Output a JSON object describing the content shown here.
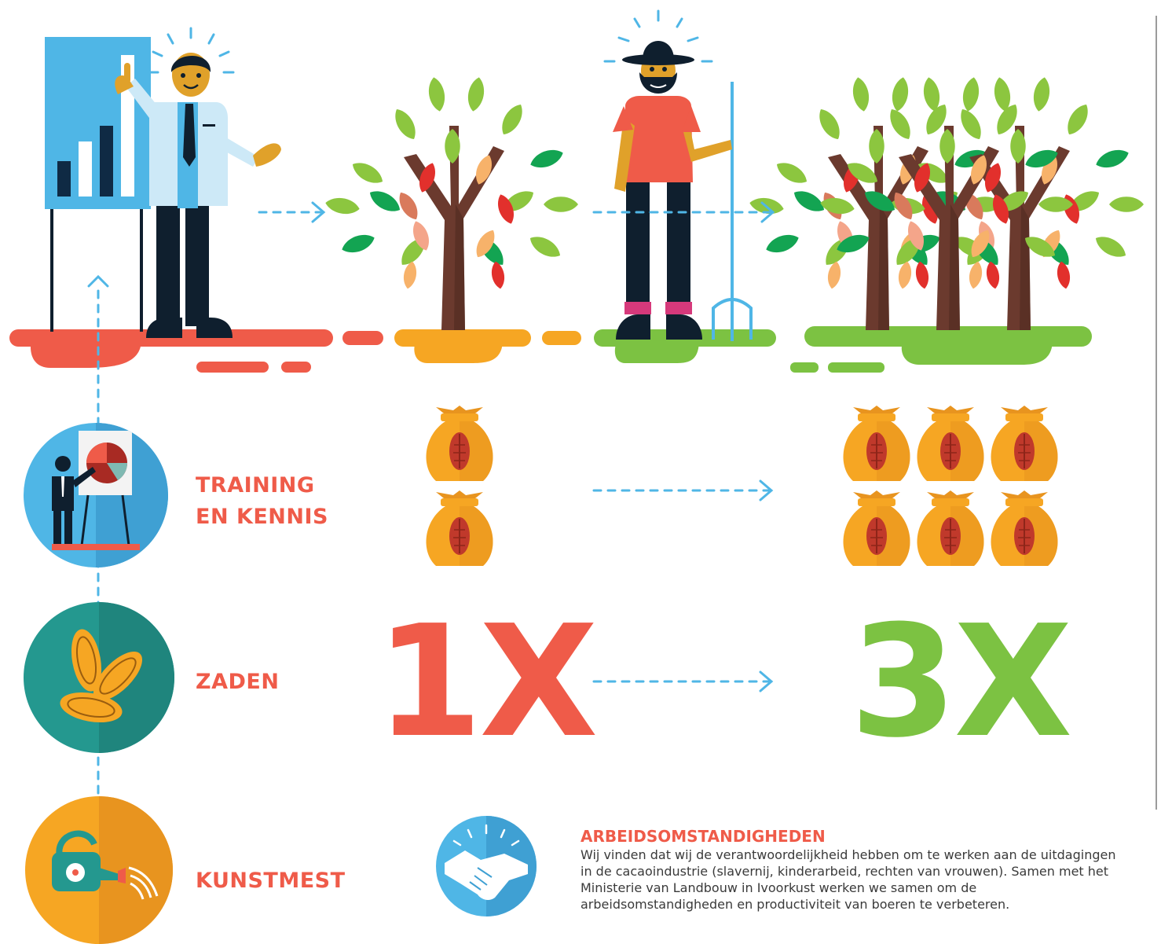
{
  "labels": {
    "training": "TRAINING EN KENNIS",
    "seeds": "ZADEN",
    "fertilizer": "KUNSTMEST"
  },
  "multipliers": {
    "before": "1X",
    "after": "3X"
  },
  "labor": {
    "title": "ARBEIDSOMSTANDIGHEDEN",
    "body": "Wij vinden dat wij de verantwoordelijkheid hebben om te werken aan de uitdagingen in de cacaoindustrie (slavernij, kinderarbeid, rechten van vrouwen). Samen met het Ministerie van Landbouw in Ivoorkust werken we samen om de arbeidsomstandigheden en productiviteit van boeren te verbeteren."
  },
  "harvest": {
    "bags_before": 2,
    "bags_after": 6
  },
  "colors": {
    "red": "#ef5b49",
    "orange": "#f6a623",
    "green": "#7cc242",
    "blue": "#4fb6e6",
    "teal": "#24988f"
  },
  "icons": [
    "trainer-icon",
    "farmer-icon",
    "cacao-tree-icon",
    "cacao-bag-icon",
    "presentation-icon",
    "seeds-icon",
    "watering-can-icon",
    "handshake-icon"
  ]
}
